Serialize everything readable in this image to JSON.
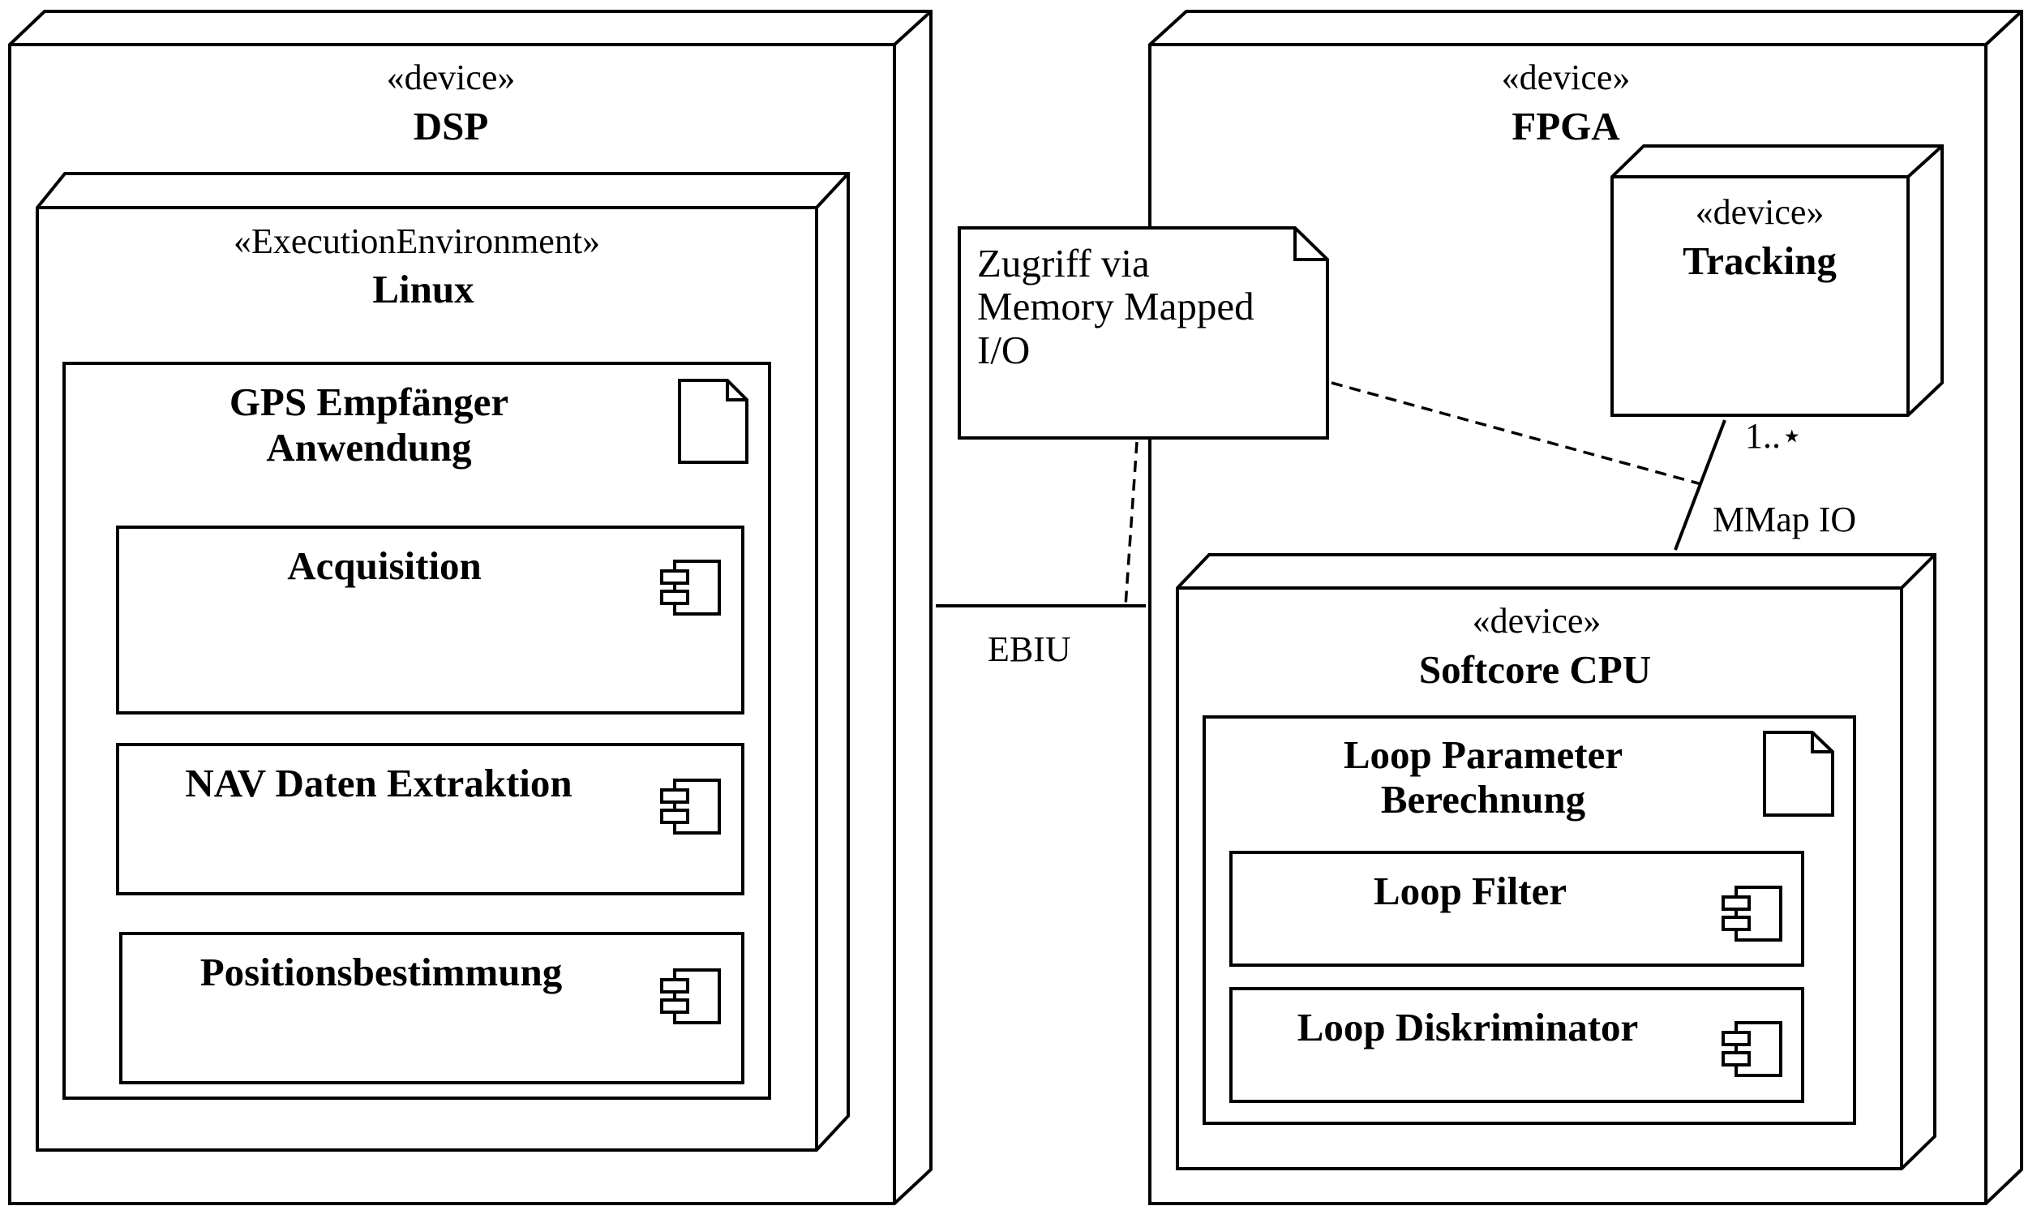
{
  "dsp": {
    "stereotype": "«device»",
    "name": "DSP",
    "env": {
      "stereotype": "«ExecutionEnvironment»",
      "name": "Linux",
      "artifact": {
        "name_line1": "GPS Empfänger",
        "name_line2": "Anwendung",
        "components": [
          "Acquisition",
          "NAV Daten Extraktion",
          "Positionsbestimmung"
        ]
      }
    }
  },
  "fpga": {
    "stereotype": "«device»",
    "name": "FPGA",
    "tracking": {
      "stereotype": "«device»",
      "name": "Tracking"
    },
    "softcore": {
      "stereotype": "«device»",
      "name": "Softcore CPU",
      "artifact": {
        "name_line1": "Loop Parameter",
        "name_line2": "Berechnung",
        "components": [
          "Loop Filter",
          "Loop Diskriminator"
        ]
      }
    }
  },
  "note": {
    "lines": [
      "Zugriff via",
      "Memory Mapped",
      "I/O"
    ]
  },
  "links": {
    "ebiu_label": "EBIU",
    "mmap_label": "MMap IO",
    "multiplicity": "1..⋆"
  },
  "colors": {
    "line": "#000000",
    "background": "#ffffff"
  },
  "icons": {
    "artifact": "document-icon",
    "component": "component-icon"
  }
}
